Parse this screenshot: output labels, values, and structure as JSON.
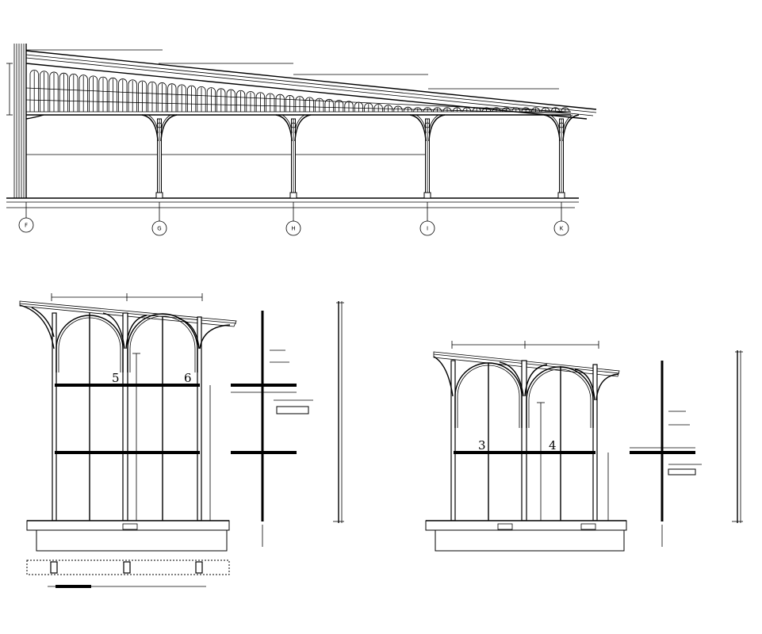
{
  "grid_axes": [
    "F",
    "G",
    "H",
    "I",
    "K"
  ],
  "panel_numbers": {
    "left_a": "5",
    "left_b": "6",
    "right_a": "3",
    "right_b": "4"
  }
}
